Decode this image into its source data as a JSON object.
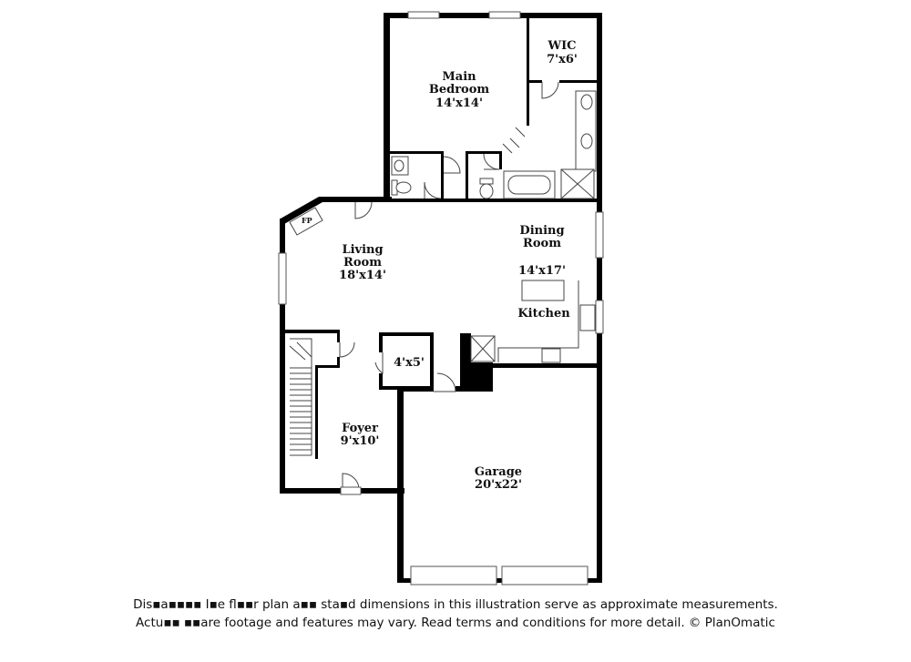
{
  "rooms": {
    "main_bedroom": {
      "name_line1": "Main",
      "name_line2": "Bedroom",
      "size": "14'x14'"
    },
    "wic": {
      "name": "WIC",
      "size": "7'x6'"
    },
    "dining_room": {
      "name_line1": "Dining",
      "name_line2": "Room"
    },
    "kitchen": {
      "name": "Kitchen",
      "size": "14'x17'"
    },
    "living_room": {
      "name_line1": "Living",
      "name_line2": "Room",
      "size": "18'x14'"
    },
    "closet": {
      "size": "4'x5'"
    },
    "foyer": {
      "name": "Foyer",
      "size": "9'x10'"
    },
    "garage": {
      "name": "Garage",
      "size": "20'x22'"
    },
    "fireplace": {
      "label": "FP"
    }
  },
  "disclaimer": {
    "line1": "Dis▪a▪▪▪▪ I▪e fl▪▪r plan a▪▪ sta▪d dimensions in this illustration serve as approximate measurements.",
    "line2": "Actu▪▪ ▪▪are footage and features may vary. Read terms and conditions for more detail. © PlanOmatic"
  }
}
